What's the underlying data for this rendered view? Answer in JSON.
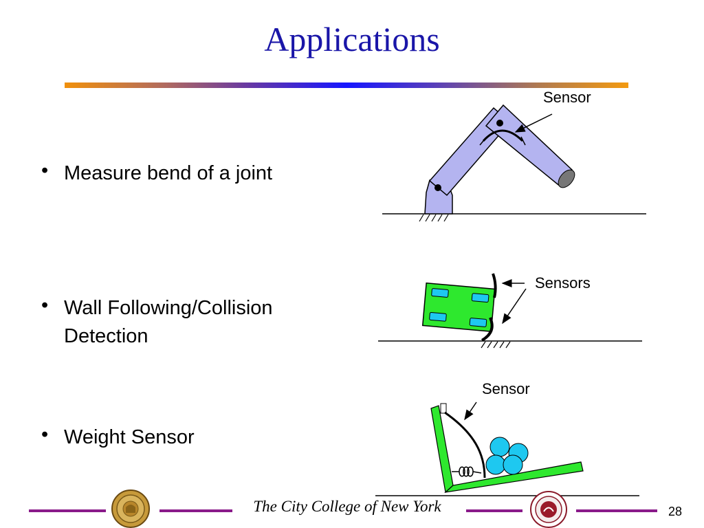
{
  "slide": {
    "title": "Applications",
    "bullets": [
      {
        "marker": "•",
        "text": "Measure bend of a joint"
      },
      {
        "marker": "•",
        "text": "Wall Following/Collision Detection",
        "line1": "Wall Following/Collision",
        "line2": "Detection"
      },
      {
        "marker": "•",
        "text": "Weight Sensor"
      }
    ],
    "diagrams": {
      "joint": {
        "label": "Sensor"
      },
      "wall": {
        "label": "Sensors"
      },
      "weight": {
        "label": "Sensor"
      }
    }
  },
  "footer": {
    "institution": "The City College of New York",
    "page_number": "28"
  },
  "colors": {
    "title": "#1a16a8",
    "arm_fill": "#b4b4f0",
    "robot_green": "#2ee82e",
    "ball_blue": "#1ec8f0",
    "footer_line": "#8a1a8a"
  }
}
